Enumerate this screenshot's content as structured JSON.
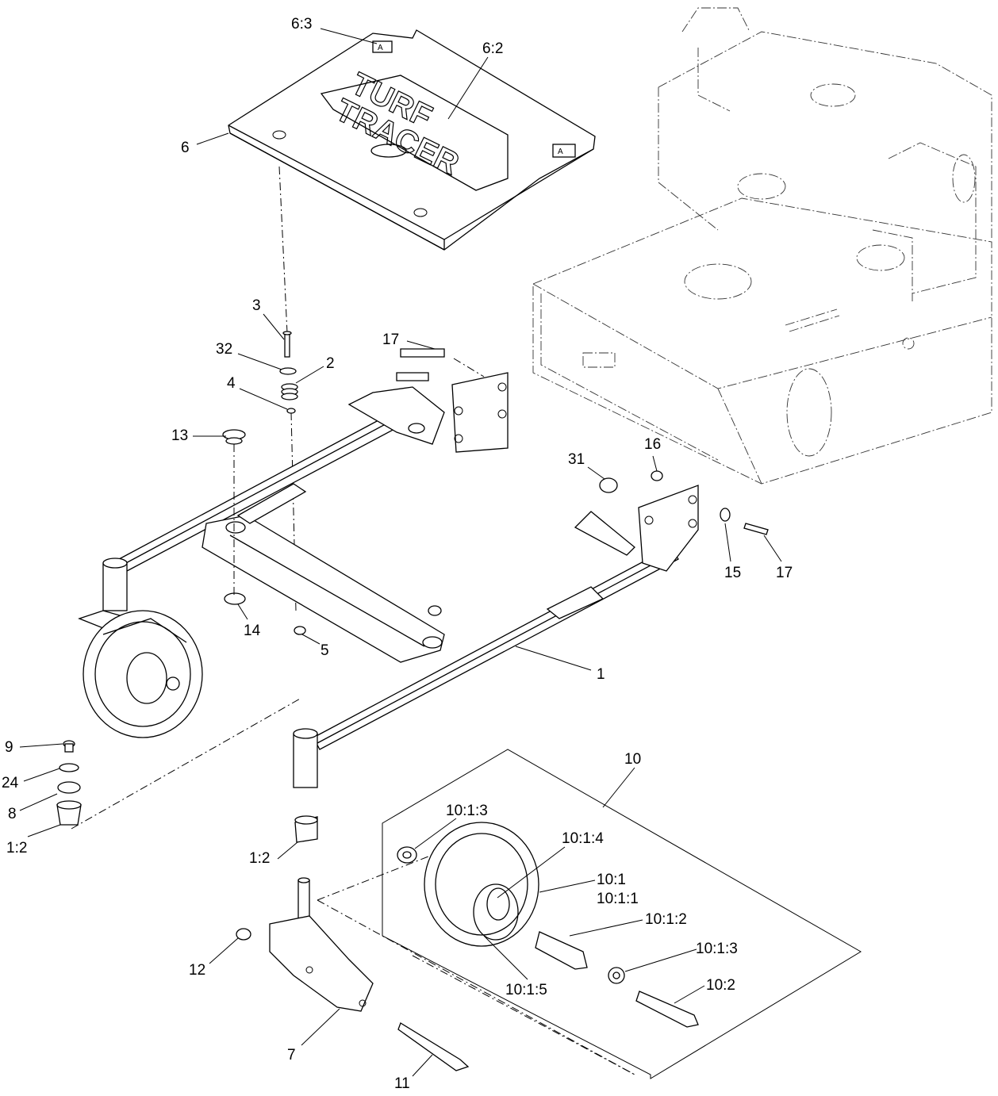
{
  "callouts": [
    {
      "id": "c-6-3",
      "text": "6:3"
    },
    {
      "id": "c-6-2",
      "text": "6:2"
    },
    {
      "id": "c-6",
      "text": "6"
    },
    {
      "id": "c-3",
      "text": "3"
    },
    {
      "id": "c-32",
      "text": "32"
    },
    {
      "id": "c-2",
      "text": "2"
    },
    {
      "id": "c-4",
      "text": "4"
    },
    {
      "id": "c-17a",
      "text": "17"
    },
    {
      "id": "c-13",
      "text": "13"
    },
    {
      "id": "c-31",
      "text": "31"
    },
    {
      "id": "c-16",
      "text": "16"
    },
    {
      "id": "c-15",
      "text": "15"
    },
    {
      "id": "c-17b",
      "text": "17"
    },
    {
      "id": "c-14",
      "text": "14"
    },
    {
      "id": "c-5",
      "text": "5"
    },
    {
      "id": "c-1",
      "text": "1"
    },
    {
      "id": "c-9",
      "text": "9"
    },
    {
      "id": "c-24",
      "text": "24"
    },
    {
      "id": "c-8",
      "text": "8"
    },
    {
      "id": "c-1-2a",
      "text": "1:2"
    },
    {
      "id": "c-10",
      "text": "10"
    },
    {
      "id": "c-10-1-3a",
      "text": "10:1:3"
    },
    {
      "id": "c-10-1-4",
      "text": "10:1:4"
    },
    {
      "id": "c-10-1",
      "text": "10:1"
    },
    {
      "id": "c-10-1-1",
      "text": "10:1:1"
    },
    {
      "id": "c-10-1-2",
      "text": "10:1:2"
    },
    {
      "id": "c-1-2b",
      "text": "1:2"
    },
    {
      "id": "c-10-1-3b",
      "text": "10:1:3"
    },
    {
      "id": "c-12",
      "text": "12"
    },
    {
      "id": "c-10-1-5",
      "text": "10:1:5"
    },
    {
      "id": "c-10-2",
      "text": "10:2"
    },
    {
      "id": "c-7",
      "text": "7"
    },
    {
      "id": "c-11",
      "text": "11"
    }
  ],
  "cover_logo": {
    "line1": "TURF",
    "line2": "TRACER"
  },
  "decal_text": "A"
}
